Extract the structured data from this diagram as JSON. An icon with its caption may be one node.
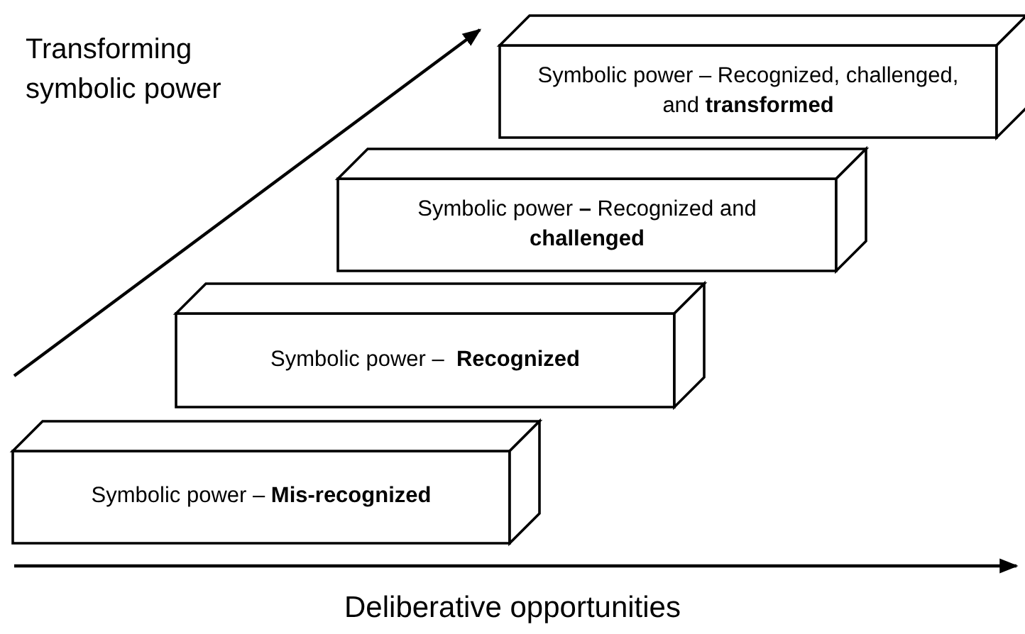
{
  "diagram": {
    "nodes": [
      {
        "text": [
          "Symbolic power – Recognized, challenged, and **transformed**"
        ]
      },
      {
        "text": [
          "Symbolic power **–** Recognized and **challenged**"
        ]
      },
      {
        "text": [
          "Symbolic power –  **Recognized**"
        ]
      },
      {
        "text": [
          "Symbolic power – **Mis-recognized**"
        ]
      }
    ],
    "labels": [
      "Transforming symbolic power",
      "Deliberative opportunities"
    ]
  }
}
